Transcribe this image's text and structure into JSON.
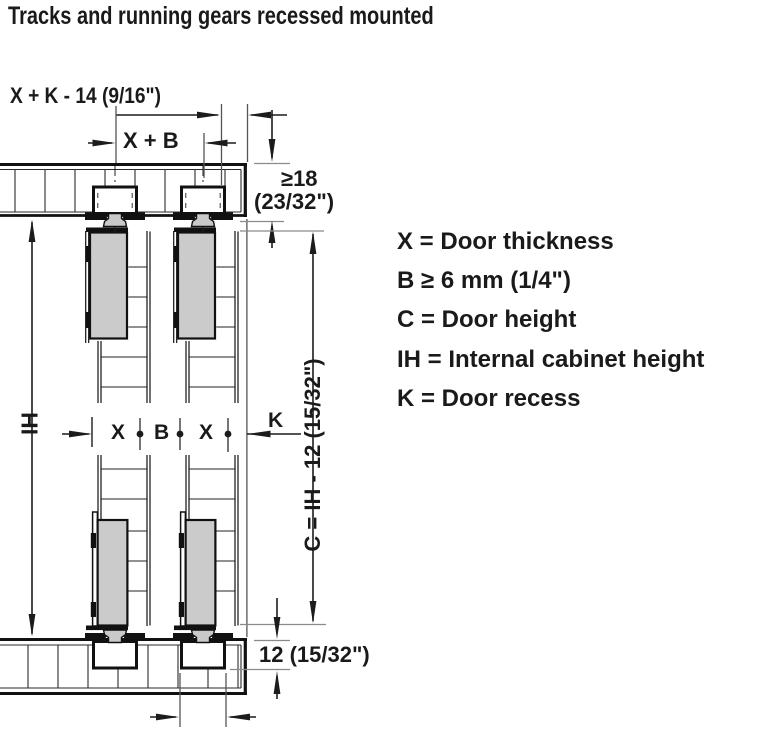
{
  "title": "Tracks and running gears recessed mounted",
  "dimensions": {
    "top_offset": "X + K - 14 (9/16\")",
    "door_pitch": "X + B",
    "top_panel_min_1": "≥18",
    "top_panel_min_2": "(23/32\")",
    "door_thickness_back": "X",
    "door_gap": "B",
    "door_thickness_front": "X",
    "door_recess": "K",
    "internal_height": "IH",
    "door_height": "C = IH - 12 (15/32\")",
    "bottom_track_depth": "12 (15/32\")"
  },
  "legend": {
    "items": [
      {
        "text": "X = Door thickness"
      },
      {
        "text": "B ≥ 6 mm (1/4\")"
      },
      {
        "text": "C = Door height"
      },
      {
        "text": "IH = Internal cabinet height"
      },
      {
        "text": "K = Door recess"
      }
    ]
  },
  "colors": {
    "line": "#1a1a1a",
    "gear_fill": "#c9c9c9",
    "tick_gray": "#8a8a8a",
    "reference_gray": "#555555",
    "background": "#ffffff"
  }
}
